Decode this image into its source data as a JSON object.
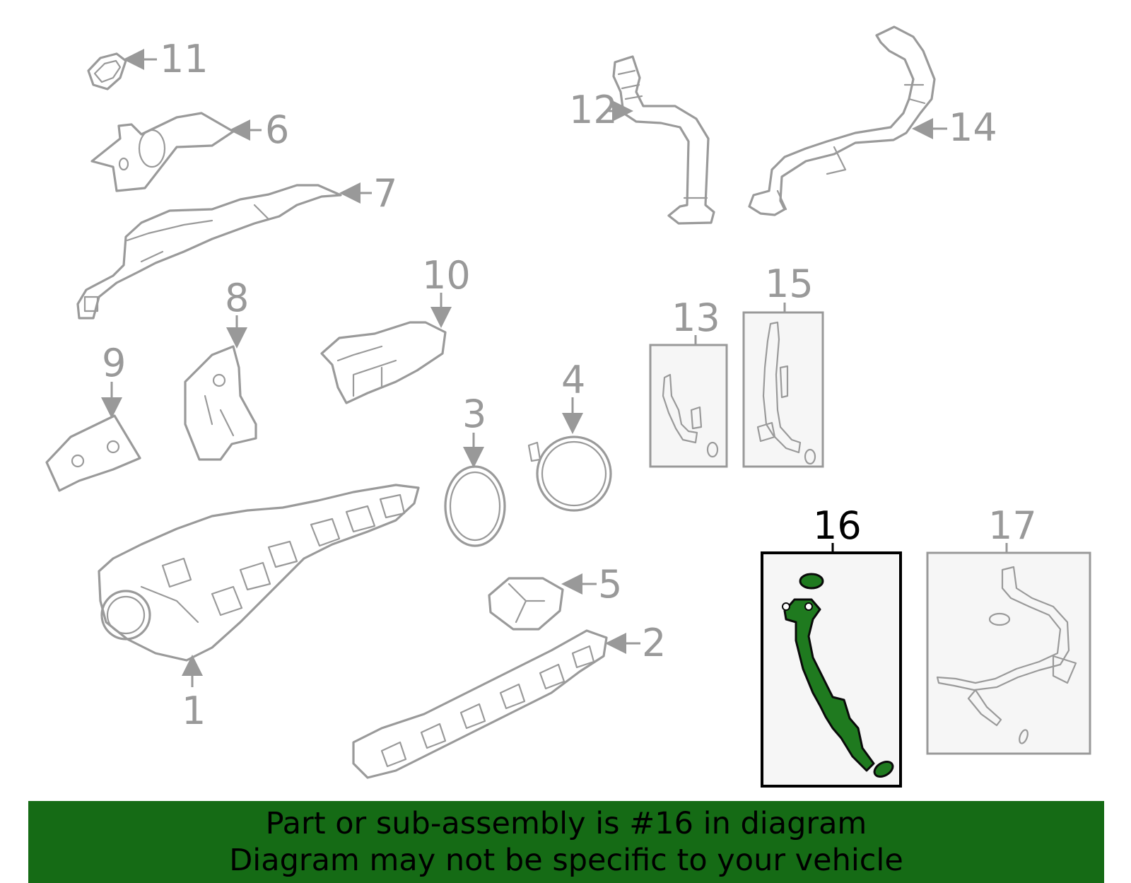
{
  "callouts": {
    "c1": "1",
    "c2": "2",
    "c3": "3",
    "c4": "4",
    "c5": "5",
    "c6": "6",
    "c7": "7",
    "c8": "8",
    "c9": "9",
    "c10": "10",
    "c11": "11",
    "c12": "12",
    "c13": "13",
    "c14": "14",
    "c15": "15",
    "c16": "16",
    "c17": "17"
  },
  "highlighted_part": "16",
  "colors": {
    "highlight_fill": "#1f7a1f",
    "banner_background": "#156b15",
    "part_stroke": "#9a9a9a"
  },
  "banner": {
    "line1": "Part or sub-assembly is #16 in diagram",
    "line2": "Diagram may not be specific to your vehicle"
  }
}
